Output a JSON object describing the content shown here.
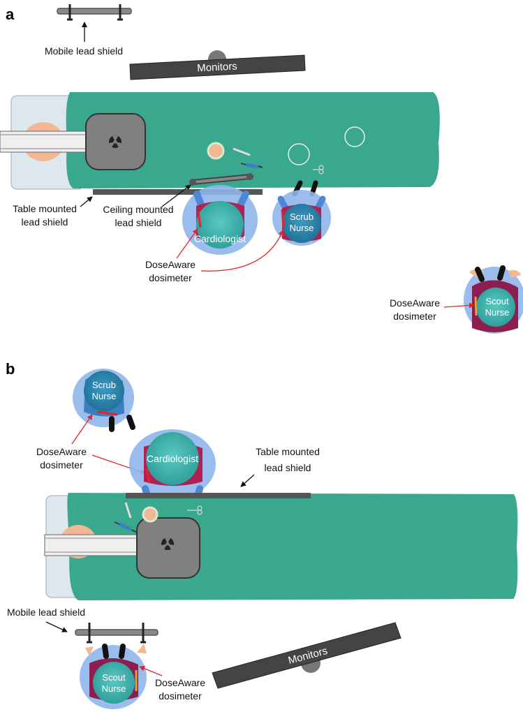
{
  "panels": {
    "a": "a",
    "b": "b"
  },
  "labels": {
    "monitors": "Monitors",
    "mobile_lead_shield": "Mobile lead shield",
    "table_mounted_line1": "Table mounted",
    "table_mounted_line2": "lead shield",
    "ceiling_mounted_line1": "Ceiling mounted",
    "ceiling_mounted_line2": "lead shield",
    "doseaware_line1": "DoseAware",
    "doseaware_line2": "dosimeter"
  },
  "roles": {
    "cardiologist": "Cardiologist",
    "scrub_line1": "Scrub",
    "scrub_line2": "Nurse",
    "scout_line1": "Scout",
    "scout_line2": "Nurse"
  },
  "colors": {
    "drape": "#3aa88e",
    "gown": "#8fb6ec",
    "cap_teal": "#3fb5b0",
    "cap_blue": "#2f8fb8",
    "scout_gown": "#8c1f4f",
    "shield": "#555555",
    "arrow_red": "#e0252b",
    "monitor": "#454545"
  }
}
